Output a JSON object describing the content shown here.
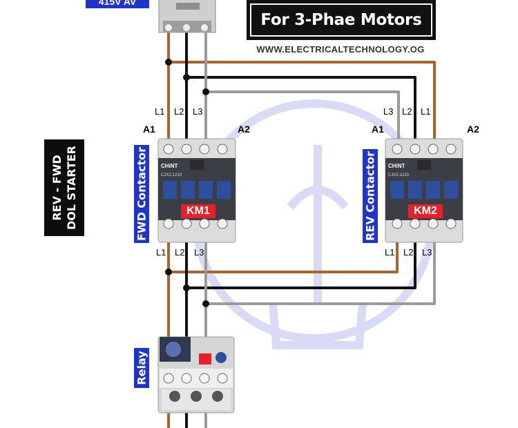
{
  "header": {
    "title": "For 3-Phae Motors",
    "website": "WWW.ELECTRICALTECHNOLOGY.OG",
    "supply_badge": "415V AV"
  },
  "side_label": {
    "line1": "REV - FWD",
    "line2": "DOL STARTER"
  },
  "fwd_contactor": {
    "label": "FWD Contactor",
    "km": "KM1",
    "coil_a1": "A1",
    "coil_a2": "A2",
    "top_terminals": [
      "L1",
      "L2",
      "L3"
    ],
    "bottom_terminals": [
      "L1",
      "L2",
      "L3"
    ],
    "brand": "CHiNT",
    "model": "CJX2-1210"
  },
  "rev_contactor": {
    "label": "REV Contactor",
    "km": "KM2",
    "coil_a1": "A1",
    "coil_a2": "A2",
    "top_terminals": [
      "L3",
      "L2",
      "L1"
    ],
    "bottom_terminals": [
      "L1",
      "L2",
      "L3"
    ],
    "brand": "CHiNT",
    "model": "CJX2-1210"
  },
  "relay": {
    "label": "Relay"
  },
  "colors": {
    "phase_l1": "#a8642a",
    "phase_l2": "#111111",
    "phase_l3": "#9a9a9a",
    "accent_blue": "#1f35c9",
    "km_red": "#e8202a"
  }
}
